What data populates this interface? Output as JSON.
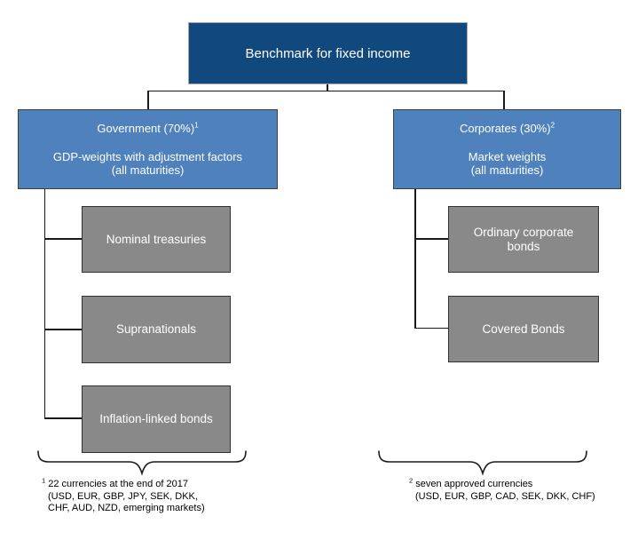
{
  "root": {
    "label": "Benchmark for fixed income"
  },
  "branches": [
    {
      "id": "government",
      "title": "Government (70%)",
      "footnote_ref": "1",
      "weighting_line1": "GDP-weights with adjustment factors",
      "weighting_line2": "(all maturities)",
      "children": [
        {
          "label": "Nominal treasuries"
        },
        {
          "label": "Supranationals"
        },
        {
          "label": "Inflation-linked bonds"
        }
      ],
      "footnote": {
        "ref": "1",
        "lines": [
          "22 currencies at the end of 2017",
          "(USD, EUR, GBP, JPY, SEK, DKK,",
          "CHF, AUD, NZD, emerging markets)"
        ]
      }
    },
    {
      "id": "corporates",
      "title": "Corporates (30%)",
      "footnote_ref": "2",
      "weighting_line1": "Market weights",
      "weighting_line2": "(all maturities)",
      "children": [
        {
          "label": "Ordinary corporate bonds"
        },
        {
          "label": "Covered Bonds"
        }
      ],
      "footnote": {
        "ref": "2",
        "lines": [
          "seven approved currencies",
          "(USD, EUR, GBP, CAD, SEK, DKK, CHF)"
        ]
      }
    }
  ],
  "colors": {
    "root_fill": "#11497E",
    "branch_fill": "#4F81BD",
    "leaf_fill": "#898989",
    "box_text": "#FFFFFF",
    "connector": "#1A1A1A",
    "footnote_text": "#000000"
  }
}
